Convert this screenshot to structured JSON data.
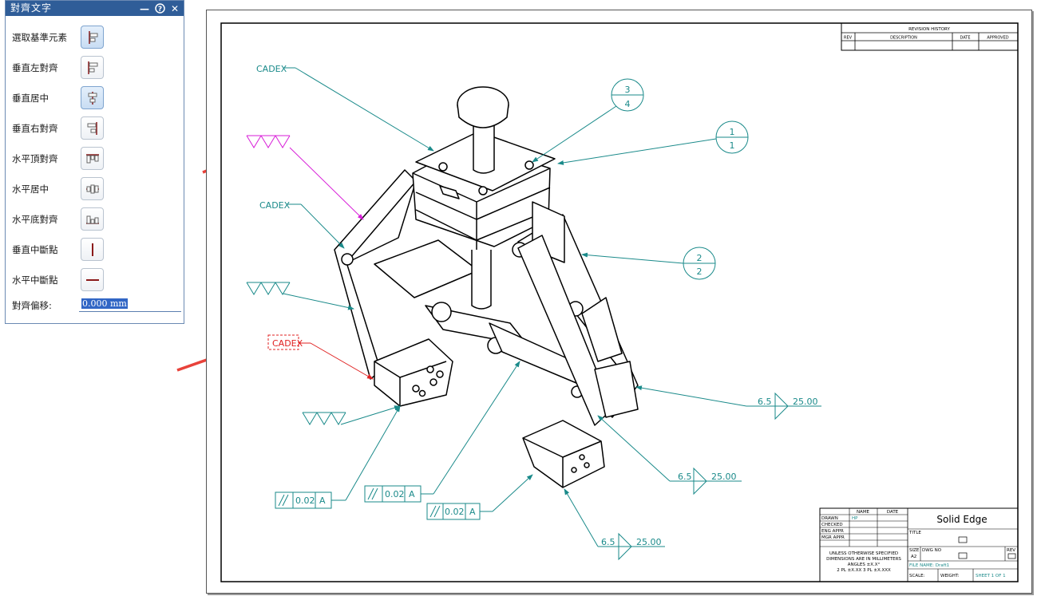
{
  "panel": {
    "title": "對齊文字",
    "buttons": {
      "minimize": "—",
      "help": "?",
      "close": "✕"
    },
    "rows": [
      {
        "label": "選取基準元素",
        "icon": "select-reference-icon",
        "selected": true
      },
      {
        "label": "垂直左對齊",
        "icon": "align-left-icon",
        "selected": false
      },
      {
        "label": "垂直居中",
        "icon": "align-vertical-center-icon",
        "selected": true
      },
      {
        "label": "垂直右對齊",
        "icon": "align-right-icon",
        "selected": false
      },
      {
        "label": "水平頂對齊",
        "icon": "align-top-icon",
        "selected": false
      },
      {
        "label": "水平居中",
        "icon": "align-horizontal-center-icon",
        "selected": false
      },
      {
        "label": "水平底對齊",
        "icon": "align-bottom-icon",
        "selected": false
      },
      {
        "label": "垂直中斷點",
        "icon": "vertical-break-icon",
        "selected": false
      },
      {
        "label": "水平中斷點",
        "icon": "horizontal-break-icon",
        "selected": false
      }
    ],
    "offset": {
      "label": "對齊偏移:",
      "value": "0.000 mm"
    }
  },
  "drawing": {
    "revision": {
      "title": "REVISION HISTORY",
      "cols": [
        "REV",
        "DESCRIPTION",
        "DATE",
        "APPROVED"
      ]
    },
    "annotations": {
      "cadex_top": "CADEX",
      "cadex_mid": "CADEX",
      "cadex_red": "CADEX",
      "balloon3": {
        "top": "3",
        "bottom": "4"
      },
      "balloon1": {
        "top": "1",
        "bottom": "1"
      },
      "balloon2": {
        "top": "2",
        "bottom": "2"
      },
      "weld1": {
        "left": "6.5",
        "right": "25.00"
      },
      "weld2": {
        "left": "6.5",
        "right": "25.00"
      },
      "weld3": {
        "left": "6.5",
        "right": "25.00"
      },
      "fcf": {
        "tol": "0.02",
        "datum": "A"
      }
    },
    "titleblock": {
      "hdr_name": "NAME",
      "hdr_date": "DATE",
      "drawn": "DRAWN",
      "drawn_name": "HP",
      "checked": "CHECKED",
      "eng_appr": "ENG APPR",
      "mgr_appr": "MGR APPR",
      "company": "Solid Edge",
      "title_lbl": "TITLE",
      "notes1": "UNLESS OTHERWISE SPECIFIED",
      "notes2": "DIMENSIONS ARE IN MILLIMETERS",
      "notes3": "ANGLES ±X.X°",
      "notes4": "2 PL ±X.XX 3 PL ±X.XXX",
      "size_lbl": "SIZE",
      "size": "A2",
      "dwg_lbl": "DWG NO",
      "rev_lbl": "REV",
      "file_name": "FILE NAME: Draft1",
      "scale": "SCALE:",
      "weight": "WEIGHT:",
      "sheet": "SHEET 1 OF 1"
    }
  },
  "colors": {
    "teal": "#1a8a8a",
    "magenta": "#d81ed8",
    "red": "#e02020",
    "title_bar": "#2f5d98",
    "arrow": "#e8423a"
  }
}
